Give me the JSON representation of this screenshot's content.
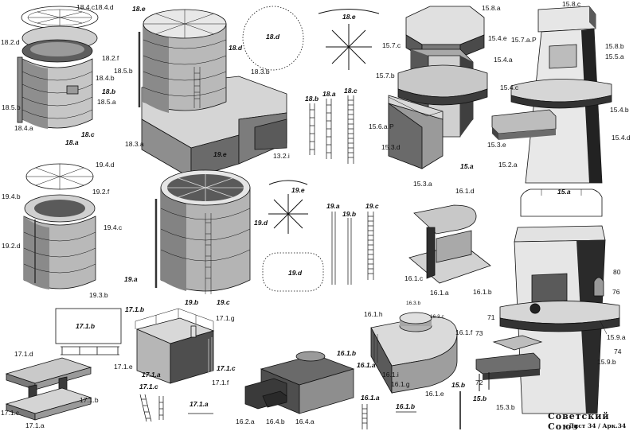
{
  "sheet": {
    "title": "Советский Союз",
    "sheet_no": "Лист 34 / Арк.34"
  },
  "parts": {
    "p18_4c": "18.4.c",
    "p18_4d": "18.4.d",
    "p18_2d": "18.2.d",
    "p18_2f": "18.2.f",
    "p18_4b": "18.4.b",
    "p18_b": "18.b",
    "p18_5a": "18.5.a",
    "p18_5b": "18.5.b",
    "p18_4a": "18.4.a",
    "p18_c": "18.c",
    "p18_a": "18.a",
    "p18_e": "18.e",
    "p18_d": "18.d",
    "p18_5b2": "18.5.b",
    "p18_3b": "18.3.b",
    "p18_3a": "18.3.a",
    "p13_2i": "13.2.i",
    "p18_d_ring": "18.d",
    "p18_e_star": "18.e",
    "p18_b_lad": "18.b",
    "p18_a_lad": "18.a",
    "p18_c_lad": "18.c",
    "p15_8a": "15.8.a",
    "p15_7c": "15.7.c",
    "p15_4e": "15.4.e",
    "p15_4a": "15.4.a",
    "p15_7b": "15.7.b",
    "p15_6aP": "15.6.a.P",
    "p15_3d": "15.3.d",
    "p15_a": "15.a",
    "p15_3a": "15.3.a",
    "p15_8c": "15.8.c",
    "p15_7aP": "15.7.a.P",
    "p15_8b": "15.8.b",
    "p15_5a": "15.5.a",
    "p15_4c": "15.4.c",
    "p15_4b": "15.4.b",
    "p15_4d": "15.4.d",
    "p15_3e": "15.3.e",
    "p15_2a": "15.2.a",
    "p15_a2": "15.a",
    "p19_4d": "19.4.d",
    "p19_4b": "19.4.b",
    "p19_2f": "19.2.f",
    "p19_4c": "19.4.c",
    "p19_2d": "19.2.d",
    "p19_3b": "19.3.b",
    "p19_e": "19.e",
    "p19_d": "19.d",
    "p19_a": "19.a",
    "p19_b": "19.b",
    "p19_c": "19.c",
    "p19_e_star": "19.e",
    "p19_d_ring": "19.d",
    "p19_a_lad": "19.a",
    "p19_b_lad": "19.b",
    "p19_c_lad": "19.c",
    "p16_1d": "16.1.d",
    "p16_1c": "16.1.c",
    "p16_1a": "16.1.a",
    "p16_1b": "16.1.b",
    "p17_1b_rail": "17.1.b",
    "p17_1b_iso": "17.1.b",
    "p17_1g": "17.1.g",
    "p17_1e": "17.1.e",
    "p17_1a_iso": "17.1.a",
    "p17_1c_iso": "17.1.c",
    "p17_1f": "17.1.f",
    "p17_1c_lad": "17.1.c",
    "p17_1a_lad": "17.1.a",
    "p17_1d": "17.1.d",
    "p17_1c": "17.1.c",
    "p17_1b": "17.1.b",
    "p17_1a": "17.1.a",
    "p16_1h": "16.1.h",
    "p16_3b": "16.3.b",
    "p16_3c": "16.3.c",
    "p16_1f": "16.1.f",
    "p16_1b2": "16.1.b",
    "p16_1a2": "16.1.a",
    "p16_1i": "16.1.i",
    "p16_1g": "16.1.g",
    "p16_1e": "16.1.e",
    "p15_b": "15.b",
    "p16_1a3": "16.1.a",
    "p16_1b3": "16.1.b",
    "p16_2a": "16.2.a",
    "p16_4b": "16.4.b",
    "p16_4a": "16.4.a",
    "p80": "80",
    "p76": "76",
    "p71": "71",
    "p73": "73",
    "p15_9a": "15.9.a",
    "p74": "74",
    "p15_9b": "15.9.b",
    "p72": "72",
    "p15_b2": "15.b",
    "p15_3b": "15.3.b"
  },
  "colors": {
    "light": "#e4e4e4",
    "mid": "#b4b4b4",
    "dark": "#5e5e5e",
    "darker": "#3c3c3c",
    "line": "#111111"
  }
}
